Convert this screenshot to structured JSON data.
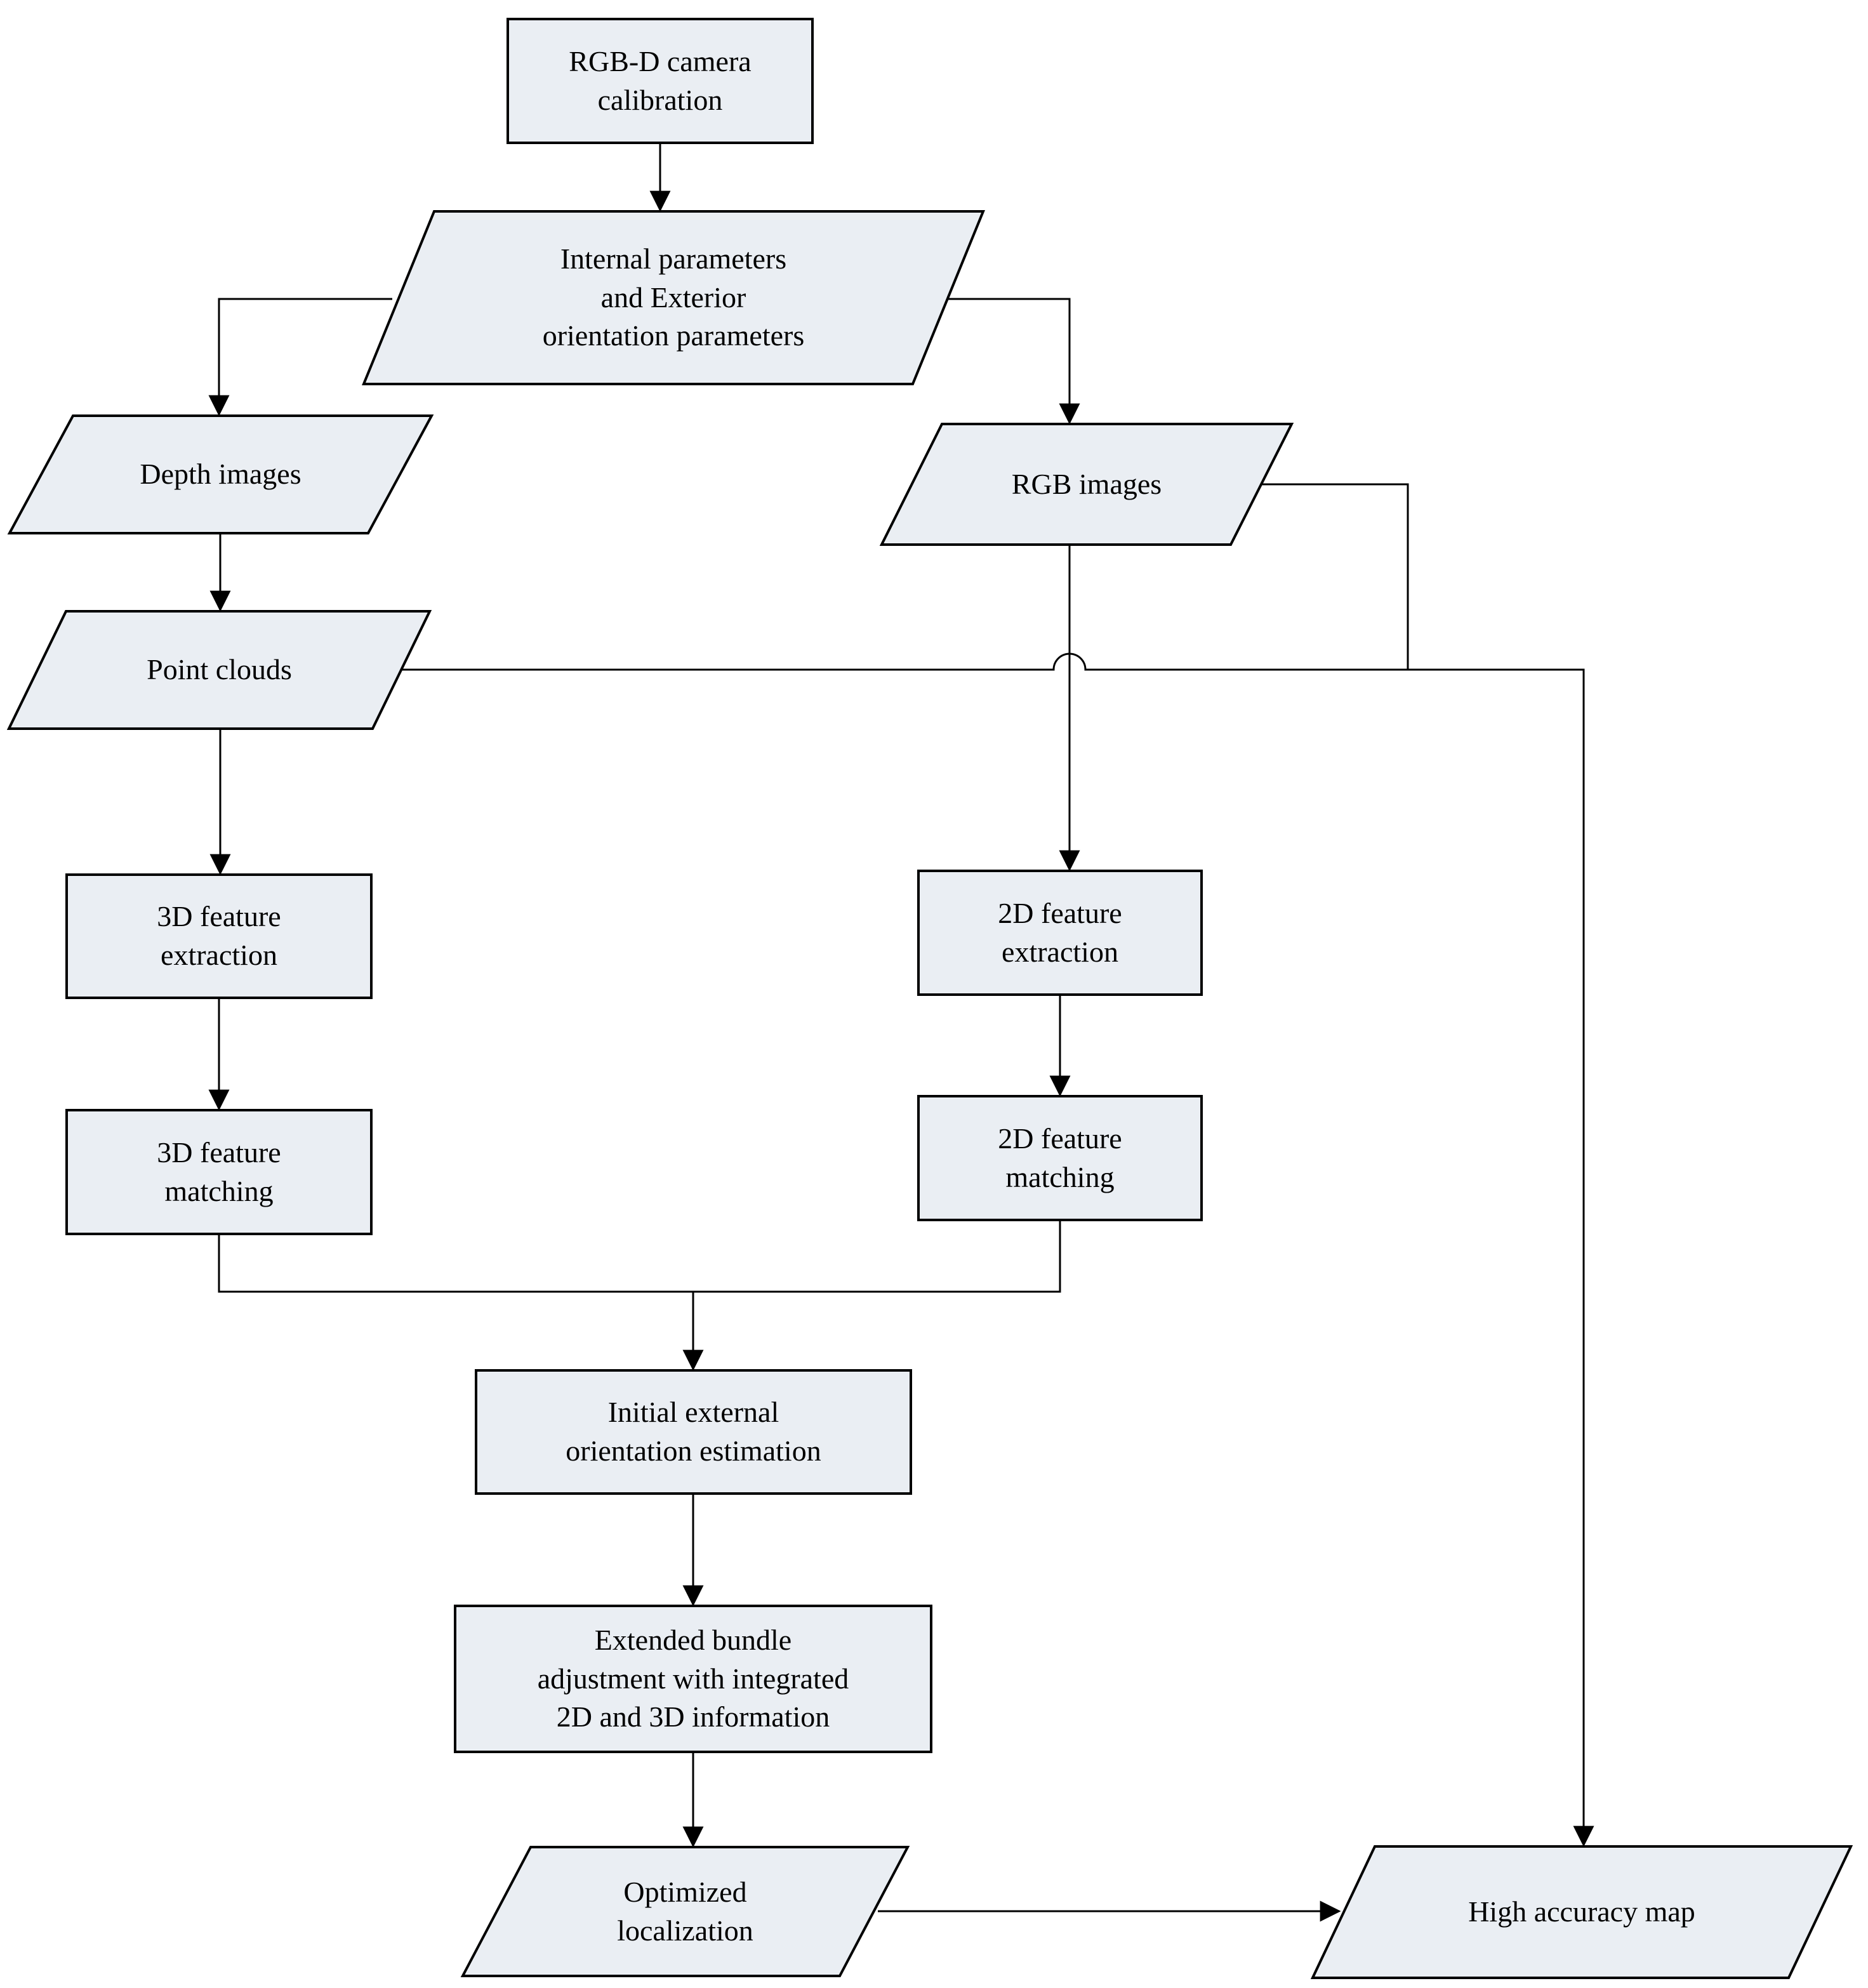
{
  "diagram": {
    "type": "flowchart",
    "colors": {
      "node_fill": "#EAEEF3",
      "node_border": "#000000",
      "connector": "#000000",
      "background": "#FFFFFF",
      "text": "#000000"
    },
    "nodes": {
      "rgbd_calibration": {
        "label": "RGB-D camera\ncalibration",
        "shape": "rectangle"
      },
      "internal_params": {
        "label": "Internal parameters\nand Exterior\norientation parameters",
        "shape": "parallelogram"
      },
      "depth_images": {
        "label": "Depth images",
        "shape": "parallelogram"
      },
      "rgb_images": {
        "label": "RGB images",
        "shape": "parallelogram"
      },
      "point_clouds": {
        "label": "Point clouds",
        "shape": "parallelogram"
      },
      "feat3d_extraction": {
        "label": "3D feature\nextraction",
        "shape": "rectangle"
      },
      "feat3d_matching": {
        "label": "3D feature\nmatching",
        "shape": "rectangle"
      },
      "feat2d_extraction": {
        "label": "2D feature\nextraction",
        "shape": "rectangle"
      },
      "feat2d_matching": {
        "label": "2D feature\nmatching",
        "shape": "rectangle"
      },
      "initial_orientation": {
        "label": "Initial external\norientation estimation",
        "shape": "rectangle"
      },
      "bundle_adjustment": {
        "label": "Extended bundle\nadjustment with integrated\n2D and 3D information",
        "shape": "rectangle"
      },
      "optimized_localization": {
        "label": "Optimized\nlocalization",
        "shape": "parallelogram"
      },
      "high_accuracy_map": {
        "label": "High accuracy map",
        "shape": "parallelogram"
      }
    },
    "edges": [
      {
        "from": "rgbd_calibration",
        "to": "internal_params",
        "arrow": true
      },
      {
        "from": "internal_params",
        "to": "depth_images",
        "arrow": true
      },
      {
        "from": "internal_params",
        "to": "rgb_images",
        "arrow": true
      },
      {
        "from": "depth_images",
        "to": "point_clouds",
        "arrow": true
      },
      {
        "from": "point_clouds",
        "to": "feat3d_extraction",
        "arrow": true
      },
      {
        "from": "feat3d_extraction",
        "to": "feat3d_matching",
        "arrow": true
      },
      {
        "from": "rgb_images",
        "to": "feat2d_extraction",
        "arrow": true
      },
      {
        "from": "feat2d_extraction",
        "to": "feat2d_matching",
        "arrow": true
      },
      {
        "from": "feat3d_matching",
        "to": "initial_orientation",
        "arrow": true
      },
      {
        "from": "feat2d_matching",
        "to": "initial_orientation",
        "arrow": true
      },
      {
        "from": "initial_orientation",
        "to": "bundle_adjustment",
        "arrow": true
      },
      {
        "from": "bundle_adjustment",
        "to": "optimized_localization",
        "arrow": true
      },
      {
        "from": "optimized_localization",
        "to": "high_accuracy_map",
        "arrow": true
      },
      {
        "from": "point_clouds",
        "to": "high_accuracy_map",
        "arrow": true
      },
      {
        "from": "rgb_images",
        "to": "high_accuracy_map",
        "arrow": true
      }
    ]
  }
}
